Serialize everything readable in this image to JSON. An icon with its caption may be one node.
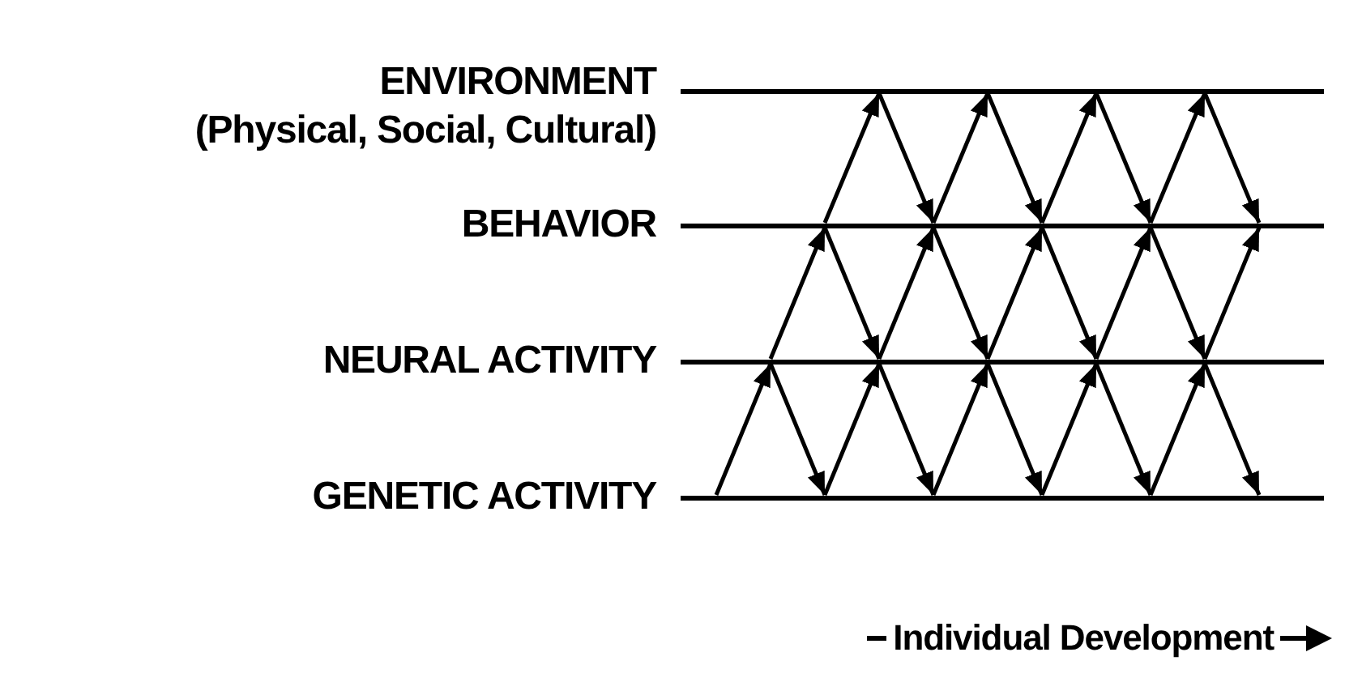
{
  "diagram": {
    "nodes": [
      {
        "text": [],
        "shape": "bar",
        "beside": [
          "ENVIRONMENT",
          "(Physical, Social, Cultural)"
        ]
      },
      {
        "text": [],
        "shape": "bar",
        "beside": [
          "BEHAVIOR"
        ]
      },
      {
        "text": [],
        "shape": "bar",
        "beside": [
          "NEURAL ACTIVITY"
        ]
      },
      {
        "text": [],
        "shape": "bar",
        "beside": [
          "GENETIC ACTIVITY"
        ]
      }
    ],
    "edges": [
      {
        "from": 3,
        "to": 2,
        "arrow": "to"
      },
      {
        "from": 2,
        "to": 1,
        "arrow": "to"
      },
      {
        "from": 1,
        "to": 0,
        "arrow": "to"
      },
      {
        "from": 3,
        "to": 2,
        "arrow": "to"
      },
      {
        "from": 2,
        "to": 1,
        "arrow": "to"
      },
      {
        "from": 1,
        "to": 0,
        "arrow": "to"
      },
      {
        "from": 3,
        "to": 2,
        "arrow": "to"
      },
      {
        "from": 2,
        "to": 1,
        "arrow": "to"
      },
      {
        "from": 1,
        "to": 0,
        "arrow": "to"
      },
      {
        "from": 3,
        "to": 2,
        "arrow": "to"
      },
      {
        "from": 2,
        "to": 1,
        "arrow": "to"
      },
      {
        "from": 1,
        "to": 0,
        "arrow": "to"
      },
      {
        "from": 3,
        "to": 2,
        "arrow": "to"
      },
      {
        "from": 2,
        "to": 1,
        "arrow": "to"
      },
      {
        "from": 0,
        "to": 1,
        "arrow": "to"
      },
      {
        "from": 1,
        "to": 2,
        "arrow": "to"
      },
      {
        "from": 2,
        "to": 3,
        "arrow": "to"
      },
      {
        "from": 0,
        "to": 1,
        "arrow": "to"
      },
      {
        "from": 1,
        "to": 2,
        "arrow": "to"
      },
      {
        "from": 2,
        "to": 3,
        "arrow": "to"
      },
      {
        "from": 0,
        "to": 1,
        "arrow": "to"
      },
      {
        "from": 1,
        "to": 2,
        "arrow": "to"
      },
      {
        "from": 2,
        "to": 3,
        "arrow": "to"
      },
      {
        "from": 0,
        "to": 1,
        "arrow": "to"
      },
      {
        "from": 1,
        "to": 2,
        "arrow": "to"
      },
      {
        "from": 2,
        "to": 3,
        "arrow": "to"
      },
      {
        "from": 2,
        "to": 3,
        "arrow": "to"
      }
    ],
    "labels": [
      "Individual Development"
    ]
  }
}
